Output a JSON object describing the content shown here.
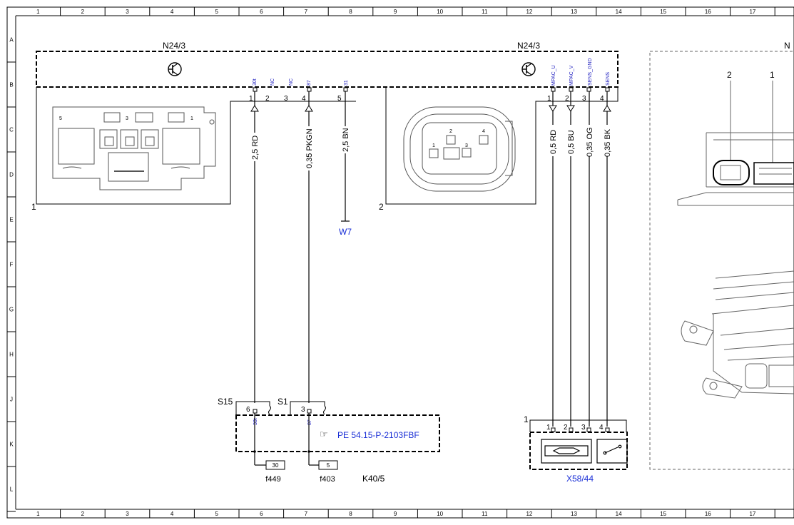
{
  "grid": {
    "columns": [
      "1",
      "2",
      "3",
      "4",
      "5",
      "6",
      "7",
      "8",
      "9",
      "10",
      "11",
      "12",
      "13",
      "14",
      "15",
      "16",
      "17"
    ],
    "rows": [
      "A",
      "B",
      "C",
      "D",
      "E",
      "F",
      "G",
      "H",
      "J",
      "K",
      "L"
    ]
  },
  "modules": {
    "left_title": "N24/3",
    "right_title": "N24/3",
    "right_cut_title": "N"
  },
  "left_connector": {
    "callout": "1",
    "face_labels": [
      "5",
      "3",
      "1"
    ],
    "pins": [
      {
        "num": "1",
        "signal": "30t"
      },
      {
        "num": "2",
        "signal": "NC"
      },
      {
        "num": "3",
        "signal": "NC"
      },
      {
        "num": "4",
        "signal": "87"
      },
      {
        "num": "5",
        "signal": "31"
      }
    ]
  },
  "right_connector": {
    "callout": "2",
    "face_labels": [
      "2",
      "4",
      "1",
      "3"
    ],
    "pins": [
      {
        "num": "1",
        "signal": "MPAC_U"
      },
      {
        "num": "2",
        "signal": "MPAC_V"
      },
      {
        "num": "3",
        "signal": "SENS_GND"
      },
      {
        "num": "4",
        "signal": "SENS"
      }
    ]
  },
  "wires": [
    {
      "label": "2,5 RD"
    },
    {
      "label": "0,35 PKGN"
    },
    {
      "label": "2,5 BN"
    },
    {
      "label": "0,5 RD"
    },
    {
      "label": "0,5 BU"
    },
    {
      "label": "0,35 OG"
    },
    {
      "label": "0,35 BK"
    }
  ],
  "ground": "W7",
  "fuse_box": {
    "name": "K40/5",
    "ref": "PE 54.15-P-2103FBF",
    "s15": {
      "name": "S15",
      "pin": "6",
      "signal": "30t"
    },
    "s1": {
      "name": "S1",
      "pin": "3",
      "signal": "87"
    },
    "fuses": [
      {
        "rating": "30",
        "name": "f449"
      },
      {
        "rating": "5",
        "name": "f403"
      }
    ]
  },
  "sensor": {
    "callout": "1",
    "name": "X58/44",
    "pins": [
      "1",
      "2",
      "3",
      "4"
    ]
  },
  "photo_callouts": [
    "2",
    "1"
  ]
}
